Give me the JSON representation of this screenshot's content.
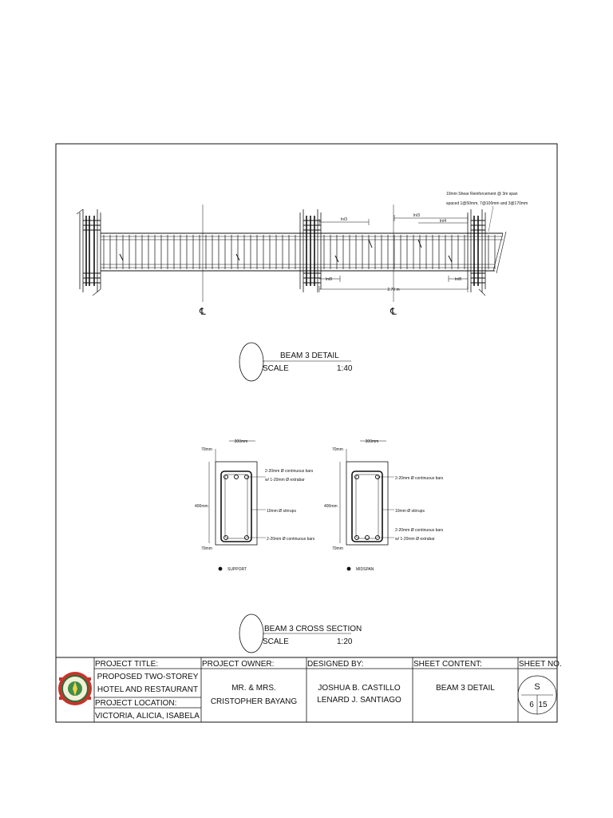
{
  "beam_detail": {
    "note_line1": "10mm Shear Reinforcement @ 3m span",
    "note_line2": "spaced 1@50mm, 7@100mm and 3@170mm",
    "dim_ln3_left": "ln/3",
    "dim_ln3_right": "ln/3",
    "dim_ln4": "ln/4",
    "dim_ln8_left": "ln/8",
    "dim_ln8_right": "ln/8",
    "dim_span": "2.70 m",
    "centerline_left": "℄",
    "centerline_right": "℄",
    "title": "BEAM 3 DETAIL",
    "scale_label": "SCALE",
    "scale_value": "1:40"
  },
  "cross_section": {
    "support": {
      "width_dim": "300mm",
      "cover_top": "70mm",
      "height_dim": "400mm",
      "cover_bottom": "70mm",
      "top_bars_1": "2-20mm Ø continuous bars",
      "top_bars_2": "w/ 1-20mm Ø extrabar",
      "stirrups": "10mm Ø stirrups",
      "bottom_bars": "2-20mm Ø continuous bars",
      "label": "SUPPORT"
    },
    "midspan": {
      "width_dim": "300mm",
      "cover_top": "70mm",
      "height_dim": "400mm",
      "cover_bottom": "70mm",
      "top_bars": "2-20mm Ø continuous bars",
      "stirrups": "10mm Ø stirrups",
      "bottom_bars_1": "2-20mm Ø continuous bars",
      "bottom_bars_2": "w/ 1-20mm Ø extrabar",
      "label": "MIDSPAN"
    },
    "title": "BEAM 3 CROSS SECTION",
    "scale_label": "SCALE",
    "scale_value": "1:20"
  },
  "title_block": {
    "project_title_label": "PROJECT TITLE:",
    "project_title_1": "PROPOSED TWO-STOREY",
    "project_title_2": "HOTEL AND RESTAURANT",
    "project_location_label": "PROJECT LOCATION:",
    "project_location": "VICTORIA, ALICIA, ISABELA",
    "project_owner_label": "PROJECT OWNER:",
    "project_owner_1": "MR. & MRS.",
    "project_owner_2": "CRISTOPHER BAYANG",
    "designed_by_label": "DESIGNED BY:",
    "designer_1": "JOSHUA B. CASTILLO",
    "designer_2": "LENARD J. SANTIAGO",
    "sheet_content_label": "SHEET CONTENT:",
    "sheet_content": "BEAM 3 DETAIL",
    "sheet_no_label": "SHEET NO.",
    "sheet_letter": "S",
    "sheet_number": "6",
    "sheet_total": "15"
  }
}
